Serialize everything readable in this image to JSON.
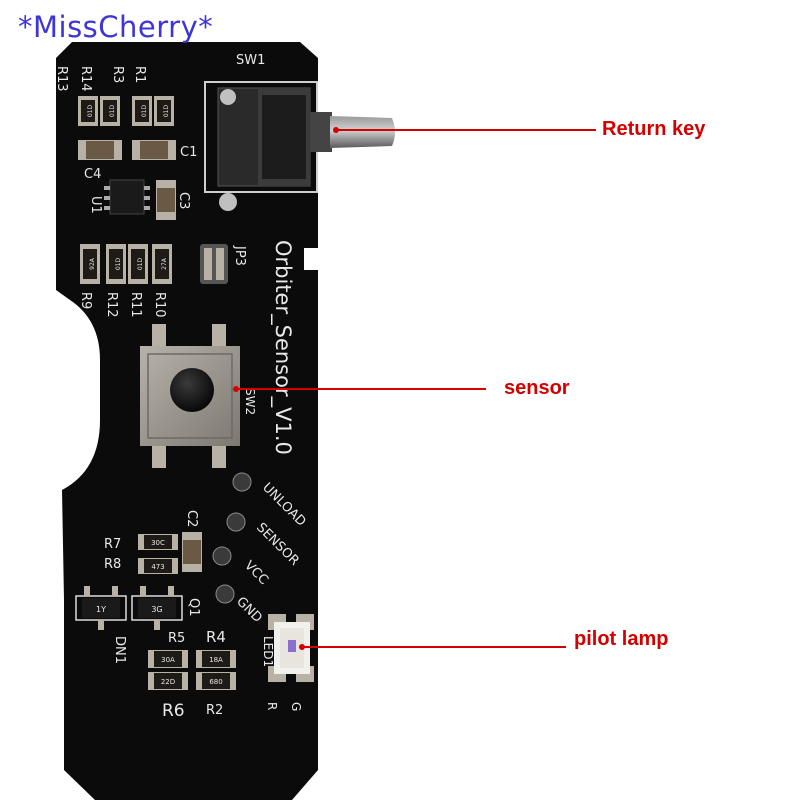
{
  "watermark": {
    "text": "*MissCherry*",
    "color": "#3d35d6"
  },
  "annotations": [
    {
      "label": "Return key",
      "color": "#d40000"
    },
    {
      "label": "sensor",
      "color": "#d40000"
    },
    {
      "label": "pilot lamp",
      "color": "#d40000"
    }
  ],
  "board": {
    "title": "Orbiter_Sensor_V1.0",
    "color": "#0b0b0b",
    "silkscreen_color": "#e8e8e8",
    "pins": [
      "UNLOAD",
      "SENSOR",
      "VCC",
      "GND"
    ],
    "designators": {
      "sw1": "SW1",
      "sw2": "SW2",
      "jp3": "JP3",
      "u1": "U1",
      "c1": "C1",
      "c2": "C2",
      "c3": "C3",
      "c4": "C4",
      "r1": "R1",
      "r2": "R2",
      "r3": "R3",
      "r4": "R4",
      "r5": "R5",
      "r6": "R6",
      "r7": "R7",
      "r8": "R8",
      "r9": "R9",
      "r10": "R10",
      "r11": "R11",
      "r12": "R12",
      "r13": "R13",
      "r14": "R14",
      "q1": "Q1",
      "dn1": "DN1",
      "led1": "LED1",
      "led_r": "R",
      "led_g": "G"
    },
    "resistor_codes": {
      "r13": "01D",
      "r14": "01D",
      "r3": "01D",
      "r1": "01D",
      "r9": "92A",
      "r12": "01D",
      "r11": "01D",
      "r10": "27A",
      "r7": "30C",
      "r8": "473",
      "r5": "30A",
      "r4": "18A",
      "r6": "22D",
      "r2": "680",
      "q1": "3G",
      "dn1": "1Y"
    }
  }
}
